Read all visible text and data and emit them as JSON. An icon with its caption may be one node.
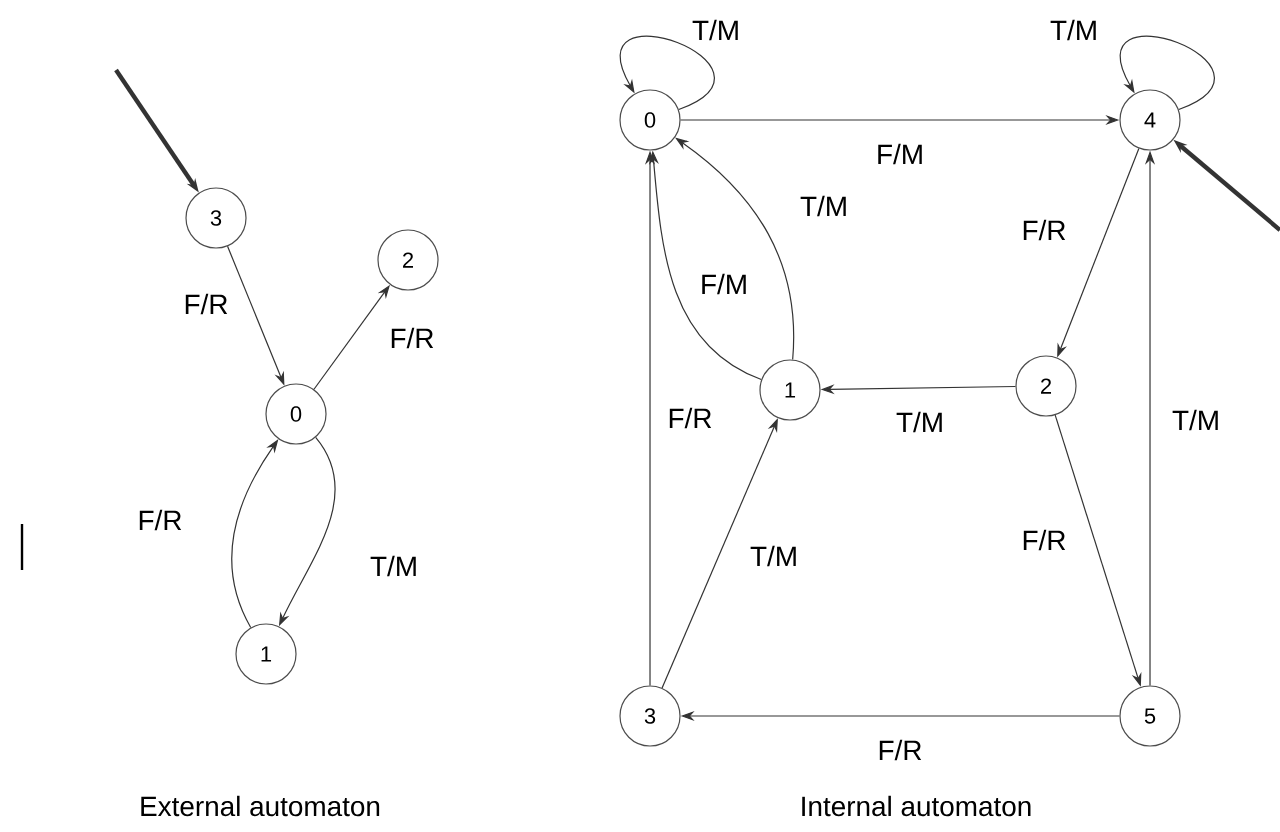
{
  "diagram": {
    "nodes": [
      {
        "text": [
          "3"
        ]
      },
      {
        "text": [
          "2"
        ]
      },
      {
        "text": [
          "0"
        ]
      },
      {
        "text": [
          "1"
        ]
      },
      {
        "text": [
          "0"
        ]
      },
      {
        "text": [
          "4"
        ]
      },
      {
        "text": [
          "1"
        ]
      },
      {
        "text": [
          "2"
        ]
      },
      {
        "text": [
          "3"
        ]
      },
      {
        "text": [
          "5"
        ]
      }
    ],
    "edges": [
      {
        "from": 0,
        "to": 2,
        "arrow": "to",
        "label": "F/R"
      },
      {
        "from": 2,
        "to": 1,
        "arrow": "to",
        "label": "F/R"
      },
      {
        "from": 2,
        "to": 3,
        "arrow": "to",
        "label": "T/M"
      },
      {
        "from": 3,
        "to": 2,
        "arrow": "to",
        "label": "F/R"
      },
      {
        "from": null,
        "to": 0,
        "arrow": "to",
        "style": "thick"
      },
      {
        "from": 4,
        "to": 4,
        "arrow": "to",
        "label": "T/M"
      },
      {
        "from": 5,
        "to": 5,
        "arrow": "to",
        "label": "T/M"
      },
      {
        "from": 4,
        "to": 5,
        "arrow": "to",
        "label": "F/M"
      },
      {
        "from": 6,
        "to": 4,
        "arrow": "to",
        "label": "T/M"
      },
      {
        "from": 6,
        "to": 4,
        "arrow": "to",
        "label": "F/M"
      },
      {
        "from": 5,
        "to": 7,
        "arrow": "to",
        "label": "F/R"
      },
      {
        "from": 7,
        "to": 6,
        "arrow": "to",
        "label": "T/M"
      },
      {
        "from": 8,
        "to": 4,
        "arrow": "to",
        "label": "F/R"
      },
      {
        "from": 8,
        "to": 6,
        "arrow": "to",
        "label": "T/M"
      },
      {
        "from": 7,
        "to": 9,
        "arrow": "to",
        "label": "F/R"
      },
      {
        "from": 9,
        "to": 5,
        "arrow": "to",
        "label": "T/M"
      },
      {
        "from": 9,
        "to": 8,
        "arrow": "to",
        "label": "F/R"
      },
      {
        "from": null,
        "to": 5,
        "arrow": "to",
        "style": "thick"
      }
    ],
    "labels": [
      "External automaton",
      "Internal automaton"
    ]
  }
}
